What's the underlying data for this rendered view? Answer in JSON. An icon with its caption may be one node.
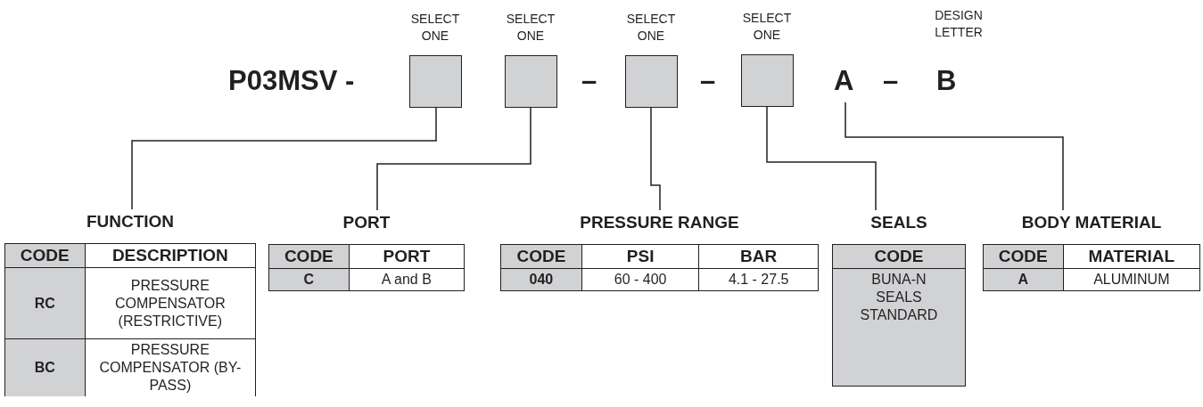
{
  "diagram": {
    "nodes": [
      {
        "text": [],
        "shape": "box",
        "beside": [
          "SELECT ONE"
        ]
      },
      {
        "text": [],
        "shape": "box",
        "beside": [
          "SELECT ONE"
        ]
      },
      {
        "text": [],
        "shape": "box",
        "beside": [
          "SELECT ONE"
        ]
      },
      {
        "text": [],
        "shape": "box",
        "beside": [
          "SELECT ONE"
        ]
      },
      {
        "text": [
          "A"
        ]
      },
      {
        "text": [
          "FUNCTION",
          "CODE",
          "DESCRIPTION",
          "RC",
          "PRESSURE COMPENSATOR (RESTRICTIVE)",
          "BC",
          "PRESSURE COMPENSATOR (BY-PASS)"
        ]
      },
      {
        "text": [
          "PORT",
          "CODE",
          "PORT",
          "C",
          "A and B"
        ]
      },
      {
        "text": [
          "PRESSURE RANGE",
          "CODE",
          "PSI",
          "BAR",
          "040",
          "60 - 400",
          "4.1 - 27.5"
        ]
      },
      {
        "text": [
          "SEALS",
          "CODE",
          "BUNA-N SEALS STANDARD"
        ]
      },
      {
        "text": [
          "BODY MATERIAL",
          "CODE",
          "MATERIAL",
          "A",
          "ALUMINUM"
        ]
      }
    ],
    "edges": [
      {
        "from": 0,
        "to": 5,
        "arrow": "none"
      },
      {
        "from": 1,
        "to": 6,
        "arrow": "none"
      },
      {
        "from": 2,
        "to": 7,
        "arrow": "none"
      },
      {
        "from": 3,
        "to": 8,
        "arrow": "none"
      },
      {
        "from": 4,
        "to": 9,
        "arrow": "none"
      }
    ],
    "labels": [
      "DESIGN LETTER",
      "P03MSV -",
      "–",
      "–",
      "–",
      "B"
    ]
  }
}
